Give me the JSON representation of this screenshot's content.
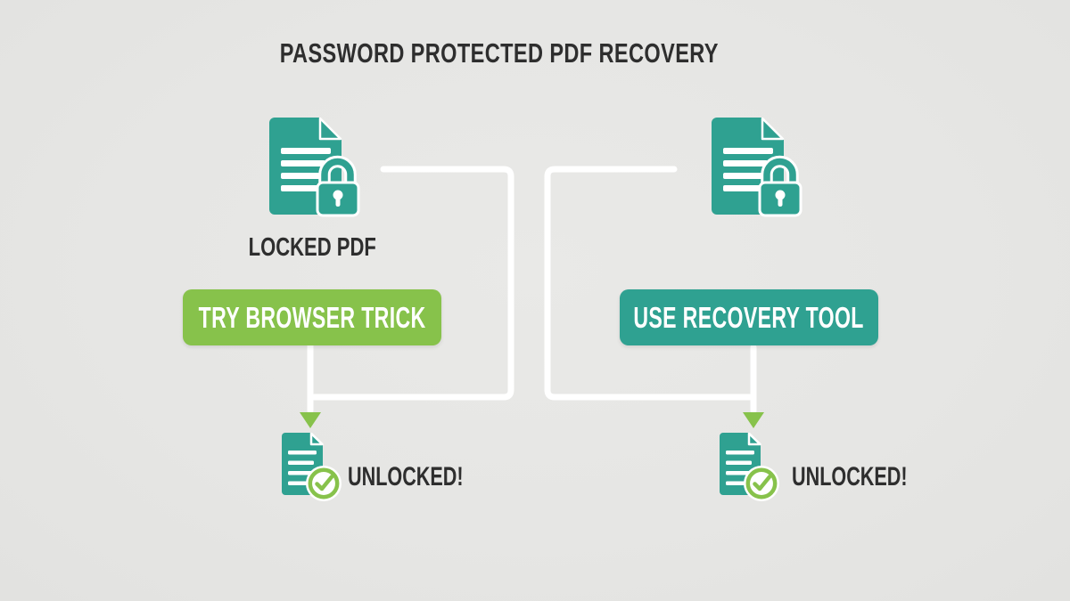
{
  "title": "PASSWORD PROTECTED PDF RECOVERY",
  "colors": {
    "background": "#E6E6E4",
    "teal": "#2FA191",
    "green": "#87C24B",
    "text_dark": "#2E2E2E",
    "line_white": "#FFFFFF"
  },
  "icons": {
    "locked_pdf": "document-with-padlock-icon",
    "unlocked_pdf": "document-with-checkmark-icon",
    "flow_arrow": "arrow-down-icon"
  },
  "left_branch": {
    "locked_label": "LOCKED PDF",
    "button_label": "TRY BROWSER TRICK",
    "unlocked_label": "UNLOCKED!"
  },
  "right_branch": {
    "button_label": "USE RECOVERY TOOL",
    "unlocked_label": "UNLOCKED!"
  }
}
